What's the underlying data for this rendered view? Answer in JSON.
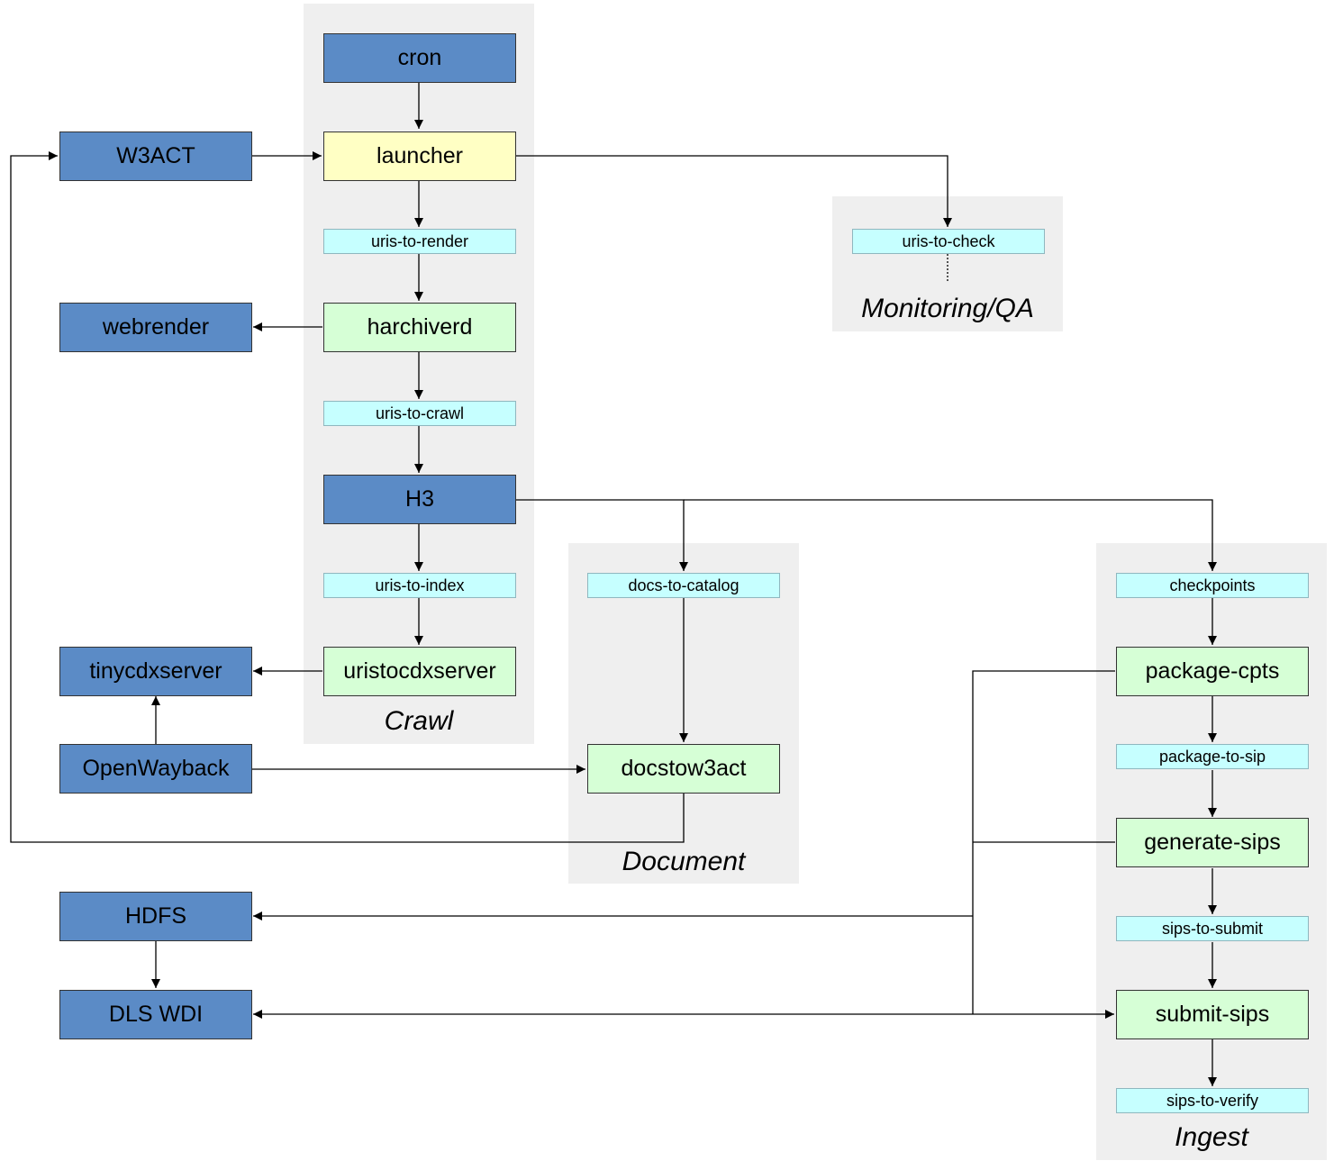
{
  "colors": {
    "service": "#5b8bc6",
    "launcher": "#ffffc4",
    "process": "#d6ffd6",
    "queue": "#c6ffff",
    "group_bg": "#efefef",
    "edge": "#000000"
  },
  "groups": {
    "crawl": "Crawl",
    "monitoring": "Monitoring/QA",
    "document": "Document",
    "ingest": "Ingest"
  },
  "nodes": {
    "cron": "cron",
    "launcher": "launcher",
    "w3act": "W3ACT",
    "uris_to_render": "uris-to-render",
    "uris_to_check": "uris-to-check",
    "webrender": "webrender",
    "harchiverd": "harchiverd",
    "uris_to_crawl": "uris-to-crawl",
    "h3": "H3",
    "uris_to_index": "uris-to-index",
    "docs_to_catalog": "docs-to-catalog",
    "checkpoints": "checkpoints",
    "tinycdxserver": "tinycdxserver",
    "uristocdxserver": "uristocdxserver",
    "package_cpts": "package-cpts",
    "openwayback": "OpenWayback",
    "docstow3act": "docstow3act",
    "package_to_sip": "package-to-sip",
    "generate_sips": "generate-sips",
    "hdfs": "HDFS",
    "sips_to_submit": "sips-to-submit",
    "dls_wdi": "DLS WDI",
    "submit_sips": "submit-sips",
    "sips_to_verify": "sips-to-verify"
  }
}
